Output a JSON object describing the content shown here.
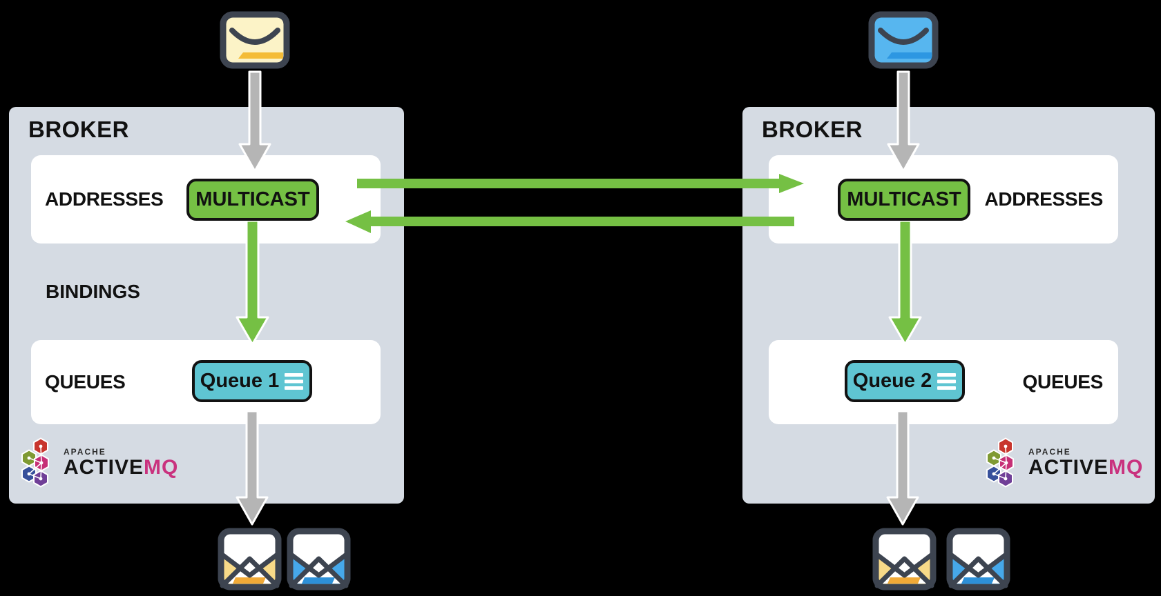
{
  "brokers": {
    "left": {
      "title": "BROKER",
      "addresses_label": "ADDRESSES",
      "multicast_badge_label": "MULTICAST",
      "bindings_label": "BINDINGS",
      "queues_label": "QUEUES",
      "queue_badge_label": "Queue 1"
    },
    "right": {
      "title": "BROKER",
      "addresses_label": "ADDRESSES",
      "multicast_badge_label": "MULTICAST",
      "queues_label": "QUEUES",
      "queue_badge_label": "Queue 2"
    }
  },
  "logo": {
    "apache": "APACHE",
    "active": "ACTIVE",
    "mq": "MQ"
  },
  "icons": {
    "producer_left": "closed-envelope-yellow",
    "producer_right": "closed-envelope-blue",
    "consumers_left": [
      "open-envelope-yellow",
      "open-envelope-blue"
    ],
    "consumers_right": [
      "open-envelope-yellow",
      "open-envelope-blue"
    ],
    "queue_badge_icon": "list-lines",
    "message_flow": "gray-down-arrow",
    "binding_flow": "green-down-arrow",
    "federation_flow": "green-horizontal-double-arrows",
    "brand": "activemq-hexagon-cluster"
  },
  "colors": {
    "background": "#000000",
    "broker_panel": "#d5dbe3",
    "inner_panel": "#ffffff",
    "green": "#75c044",
    "teal": "#5fc5d2",
    "gray_arrow": "#b5b5b5",
    "envelope_yellow": "#fcf3c7",
    "envelope_yellow_accent": "#f4bc38",
    "envelope_blue": "#57b6ef",
    "envelope_blue_accent": "#2d97e2",
    "open_envelope_yellow": "#f8da88",
    "open_envelope_blue": "#46a8ea",
    "dark_outline": "#3d4450",
    "logo_mq": "#c9327e",
    "text": "#111111"
  }
}
